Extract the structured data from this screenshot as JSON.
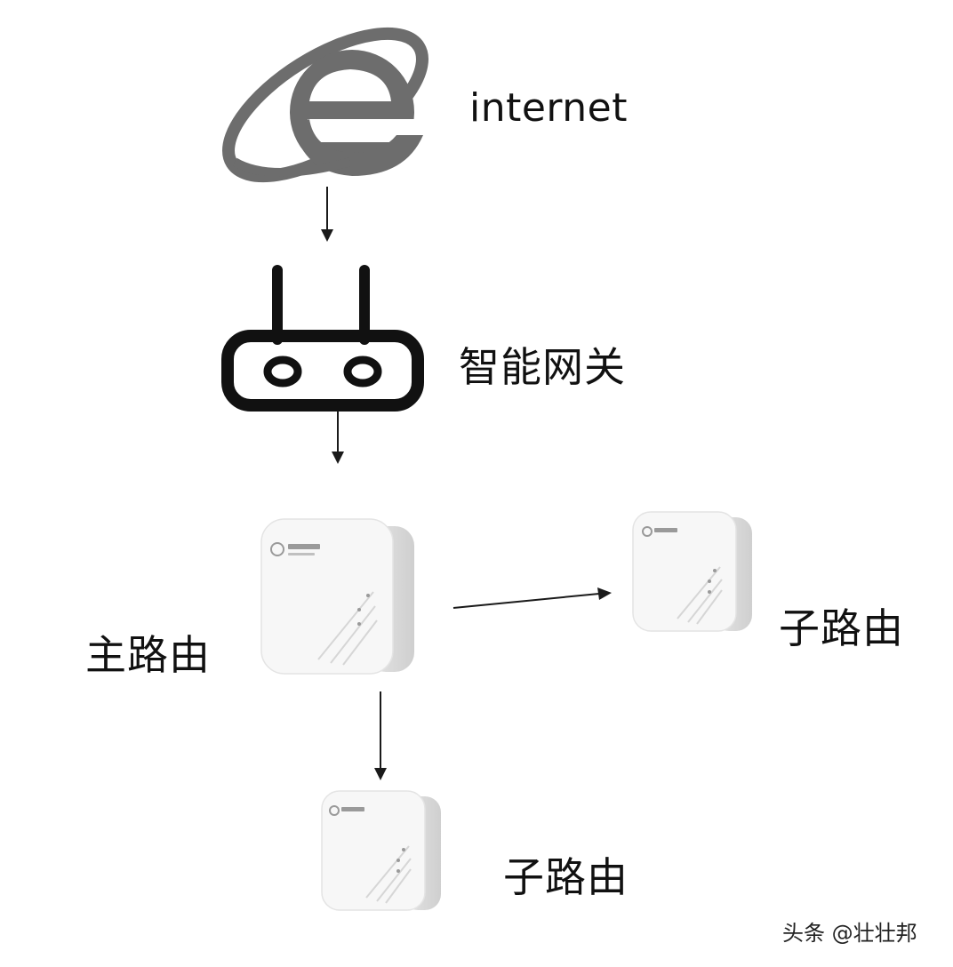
{
  "nodes": {
    "internet": {
      "label": "internet",
      "icon": "internet-explorer-icon"
    },
    "gateway": {
      "label": "智能网关",
      "icon": "router-gateway-icon"
    },
    "main_router": {
      "label": "主路由",
      "icon": "mesh-router-device"
    },
    "sub_router_right": {
      "label": "子路由",
      "icon": "mesh-router-device"
    },
    "sub_router_bottom": {
      "label": "子路由",
      "icon": "mesh-router-device"
    }
  },
  "watermark": "头条 @壮壮邦",
  "colors": {
    "ie_logo": "#6d6d6d",
    "gateway_icon": "#111111",
    "router_body": "#f6f6f6",
    "arrow": "#1a1a1a",
    "text": "#111111"
  }
}
